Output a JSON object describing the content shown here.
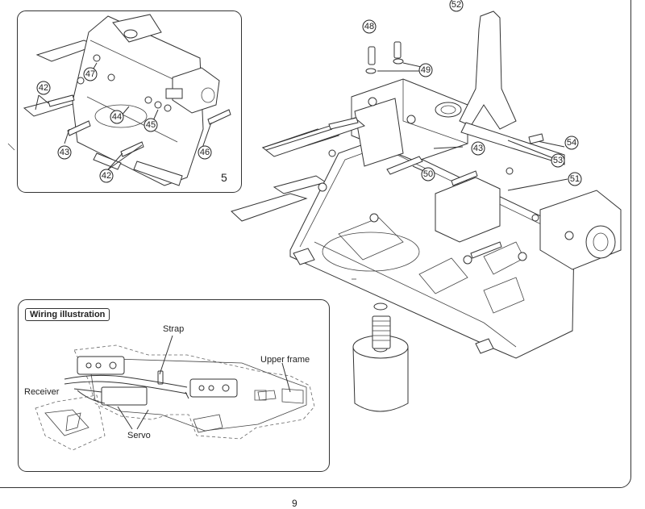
{
  "step": {
    "number": "5"
  },
  "wiring": {
    "title": "Wiring illustration",
    "labels": {
      "strap": "Strap",
      "upper_frame": "Upper frame",
      "receiver": "Receiver",
      "servo": "Servo"
    }
  },
  "callouts": {
    "step5": [
      "42",
      "47",
      "44",
      "45",
      "43",
      "42",
      "46"
    ],
    "main": [
      "52",
      "48",
      "49",
      "43",
      "54",
      "53",
      "50",
      "51"
    ]
  },
  "page": {
    "number": "9"
  }
}
